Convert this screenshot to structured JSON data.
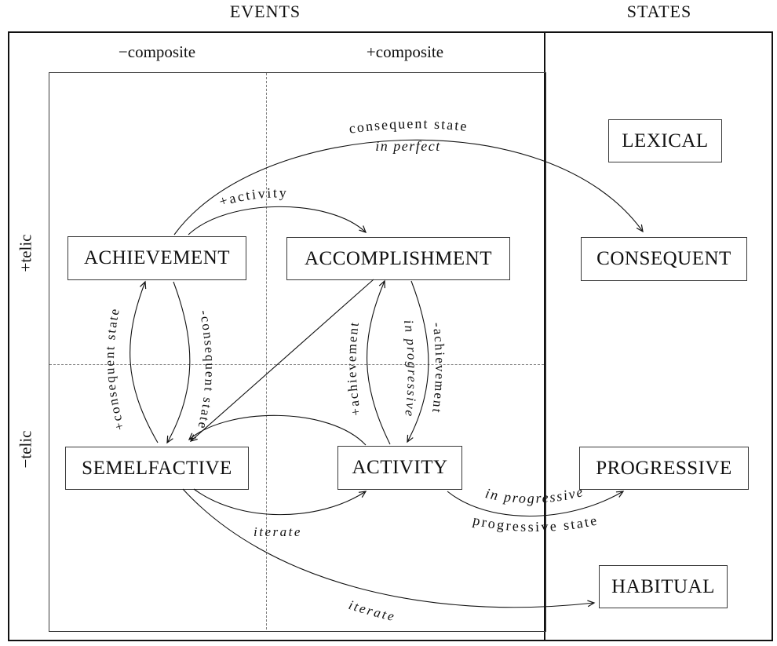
{
  "titles": {
    "events": "EVENTS",
    "states": "STATES"
  },
  "axes": {
    "minus_composite": "−composite",
    "plus_composite": "+composite",
    "plus_telic": "+telic",
    "minus_telic": "−telic"
  },
  "nodes": {
    "achievement": "ACHIEVEMENT",
    "accomplishment": "ACCOMPLISHMENT",
    "semelfactive": "SEMELFACTIVE",
    "activity": "ACTIVITY",
    "lexical": "LEXICAL",
    "consequent": "CONSEQUENT",
    "progressive": "PROGRESSIVE",
    "habitual": "HABITUAL"
  },
  "arrows": {
    "achievement_to_consequent": {
      "label": "consequent state",
      "sublabel": "in perfect"
    },
    "achievement_to_accomplishment": {
      "label": "+activity"
    },
    "semelfactive_to_achievement": {
      "label": "+consequent state"
    },
    "achievement_to_semelfactive": {
      "label": "-consequent state"
    },
    "activity_to_accomplishment": {
      "label": "+achievement"
    },
    "accomplishment_to_activity": {
      "label": "-achievement",
      "sublabel": "in progressive"
    },
    "semelfactive_to_activity": {
      "label": "iterate"
    },
    "activity_to_progressive": {
      "label": "progressive state",
      "sublabel": "in progressive"
    },
    "semelfactive_to_habitual": {
      "label": "iterate"
    }
  },
  "colors": {
    "line": "#111111",
    "dashed": "#7f7f7f",
    "background": "#ffffff"
  }
}
